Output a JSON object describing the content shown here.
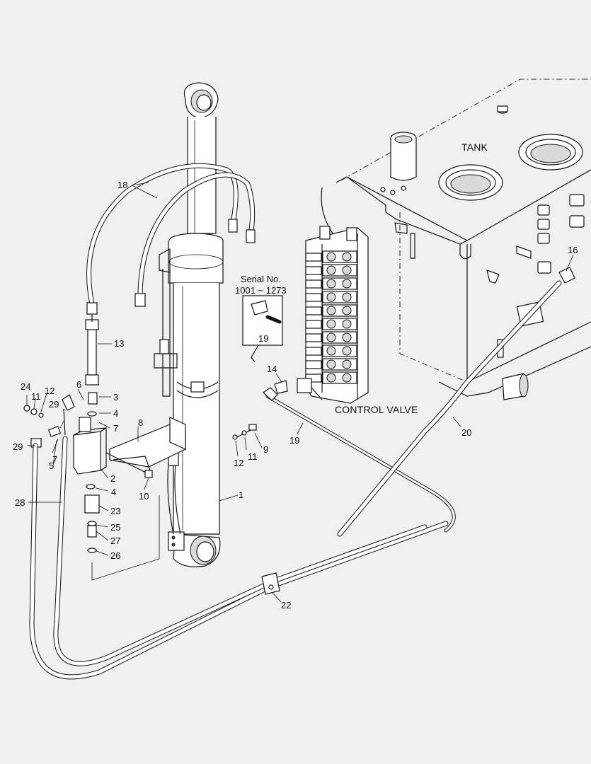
{
  "labels": {
    "tank": "TANK",
    "control_valve": "CONTROL VALVE",
    "serial_line1": "Serial No.",
    "serial_line2": "1001 ~ 1273"
  },
  "callouts": {
    "c1": "1",
    "c2": "2",
    "c3": "3",
    "c4a": "4",
    "c4b": "4",
    "c5": "5",
    "c6": "6",
    "c7a": "7",
    "c7b": "7",
    "c8": "8",
    "c9": "9",
    "c10": "10",
    "c11a": "11",
    "c11b": "11",
    "c12a": "12",
    "c12b": "12",
    "c13": "13",
    "c14": "14",
    "c16": "16",
    "c18": "18",
    "c19a": "19",
    "c19b": "19",
    "c20": "20",
    "c22": "22",
    "c23": "23",
    "c24": "24",
    "c25": "25",
    "c26": "26",
    "c27": "27",
    "c28": "28",
    "c29a": "29",
    "c29b": "29"
  }
}
